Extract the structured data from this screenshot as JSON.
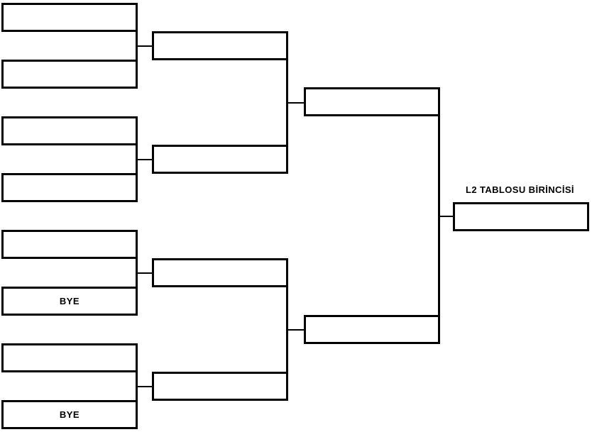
{
  "bracket": {
    "champion_label": "L2 TABLOSU BİRİNCİSİ",
    "round1": {
      "matches": [
        {
          "top": "",
          "bottom": ""
        },
        {
          "top": "",
          "bottom": ""
        },
        {
          "top": "",
          "bottom": "BYE"
        },
        {
          "top": "",
          "bottom": "BYE"
        }
      ]
    },
    "round2": {
      "slots": [
        "",
        "",
        "",
        ""
      ]
    },
    "semifinals": {
      "slots": [
        "",
        ""
      ]
    },
    "final": {
      "slots": [
        ""
      ]
    },
    "colors": {
      "line": "#000000",
      "background": "#ffffff",
      "text": "#000000"
    }
  }
}
